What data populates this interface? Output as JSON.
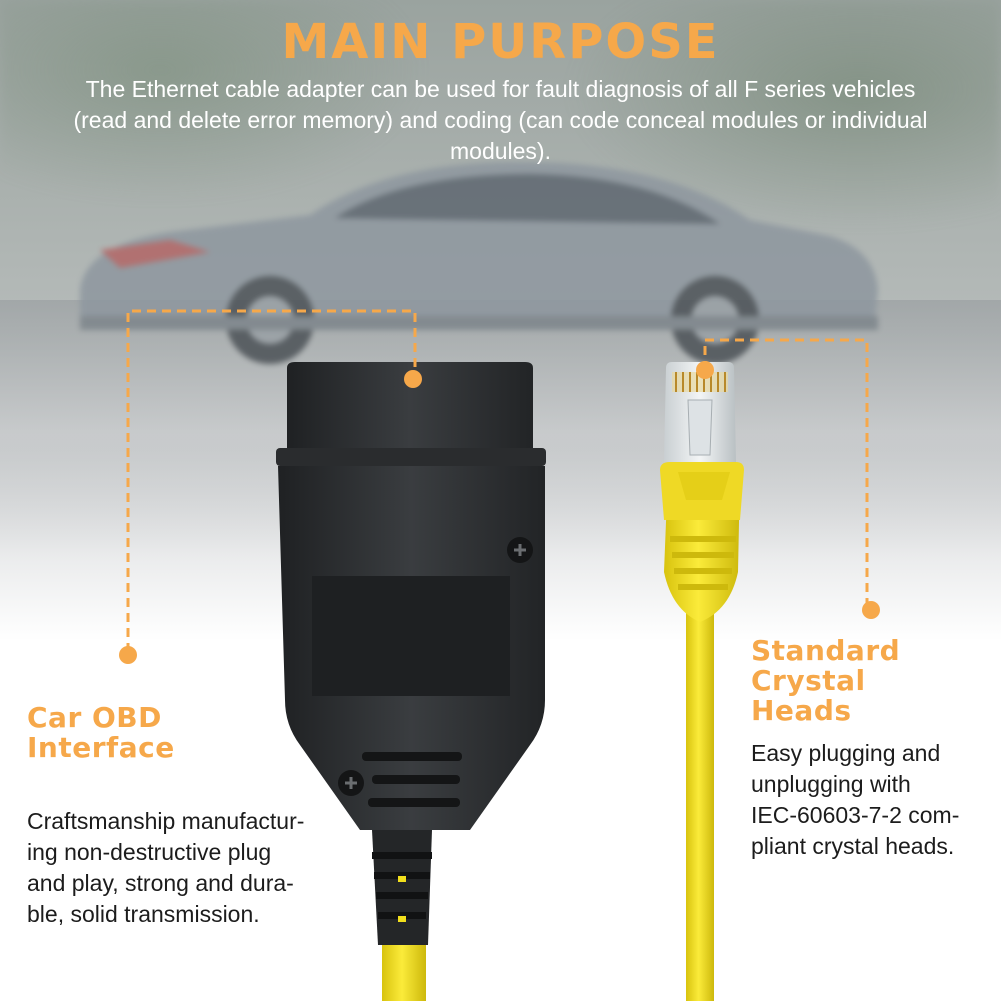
{
  "title": "MAIN PURPOSE",
  "intro": "The Ethernet cable adapter can be used for fault diagnosis of all F series vehicles (read and delete error memory) and coding (can code conceal modules or individual modules).",
  "obd_feature": {
    "heading_lines": [
      "Car OBD",
      "Interface"
    ],
    "description_lines": [
      "Craftsmanship manufactur-",
      "ing non-destructive plug",
      "and play, strong and dura-",
      "ble, solid transmission."
    ]
  },
  "rj45_feature": {
    "heading_lines": [
      "Standard",
      "Crystal",
      "Heads"
    ],
    "description_lines": [
      "Easy plugging and",
      "unplugging with",
      "IEC-60603-7-2 com-",
      "pliant crystal heads."
    ]
  },
  "colors": {
    "accent": "#f6a84a",
    "cable": "#f2df1c",
    "connector": "#2c2e30"
  }
}
